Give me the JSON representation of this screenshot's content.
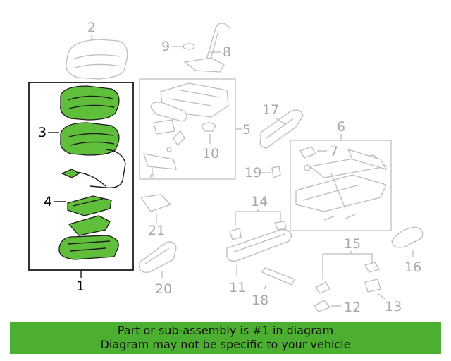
{
  "callouts": {
    "n1": "1",
    "n2": "2",
    "n3": "3",
    "n4": "4",
    "n5": "5",
    "n6": "6",
    "n7": "7",
    "n8": "8",
    "n9": "9",
    "n10": "10",
    "n11": "11",
    "n12": "12",
    "n13": "13",
    "n14": "14",
    "n15": "15",
    "n16": "16",
    "n17": "17",
    "n18": "18",
    "n19": "19",
    "n20": "20",
    "n21": "21"
  },
  "highlight": {
    "part": "1",
    "color": "#5fbf3a"
  },
  "banner": {
    "line1": "Part or sub-assembly is #1 in diagram",
    "line2": "Diagram may not be specific to your vehicle",
    "color": "#4caf32"
  }
}
